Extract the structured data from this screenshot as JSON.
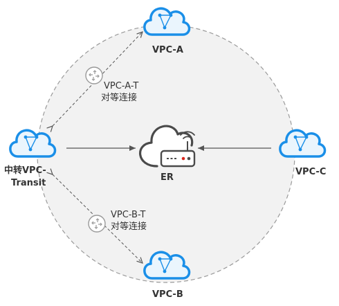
{
  "diagram": {
    "nodes": {
      "vpc_a": {
        "label": "VPC-A"
      },
      "vpc_b": {
        "label": "VPC-B"
      },
      "vpc_c": {
        "label": "VPC-C"
      },
      "transit": {
        "label_line1": "中转VPC-",
        "label_line2": "Transit"
      },
      "er": {
        "label": "ER"
      }
    },
    "peerings": {
      "a": {
        "name": "VPC-A-T",
        "type": "对等连接"
      },
      "b": {
        "name": "VPC-B-T",
        "type": "对等连接"
      }
    },
    "colors": {
      "cloud_stroke": "#1a8fe8",
      "cloud_fill": "#ffffff",
      "cloud_node_fill": "#eaf5fd",
      "ring_stroke": "#9a9a9a",
      "ring_fill": "#f2f2f2",
      "arrow": "#555555",
      "peering_icon": "#9a9a9a",
      "er_stroke": "#4a4a4a",
      "text": "#333333"
    },
    "icons": [
      "vpc-cloud-icon",
      "enterprise-router-icon",
      "peering-router-icon"
    ]
  }
}
